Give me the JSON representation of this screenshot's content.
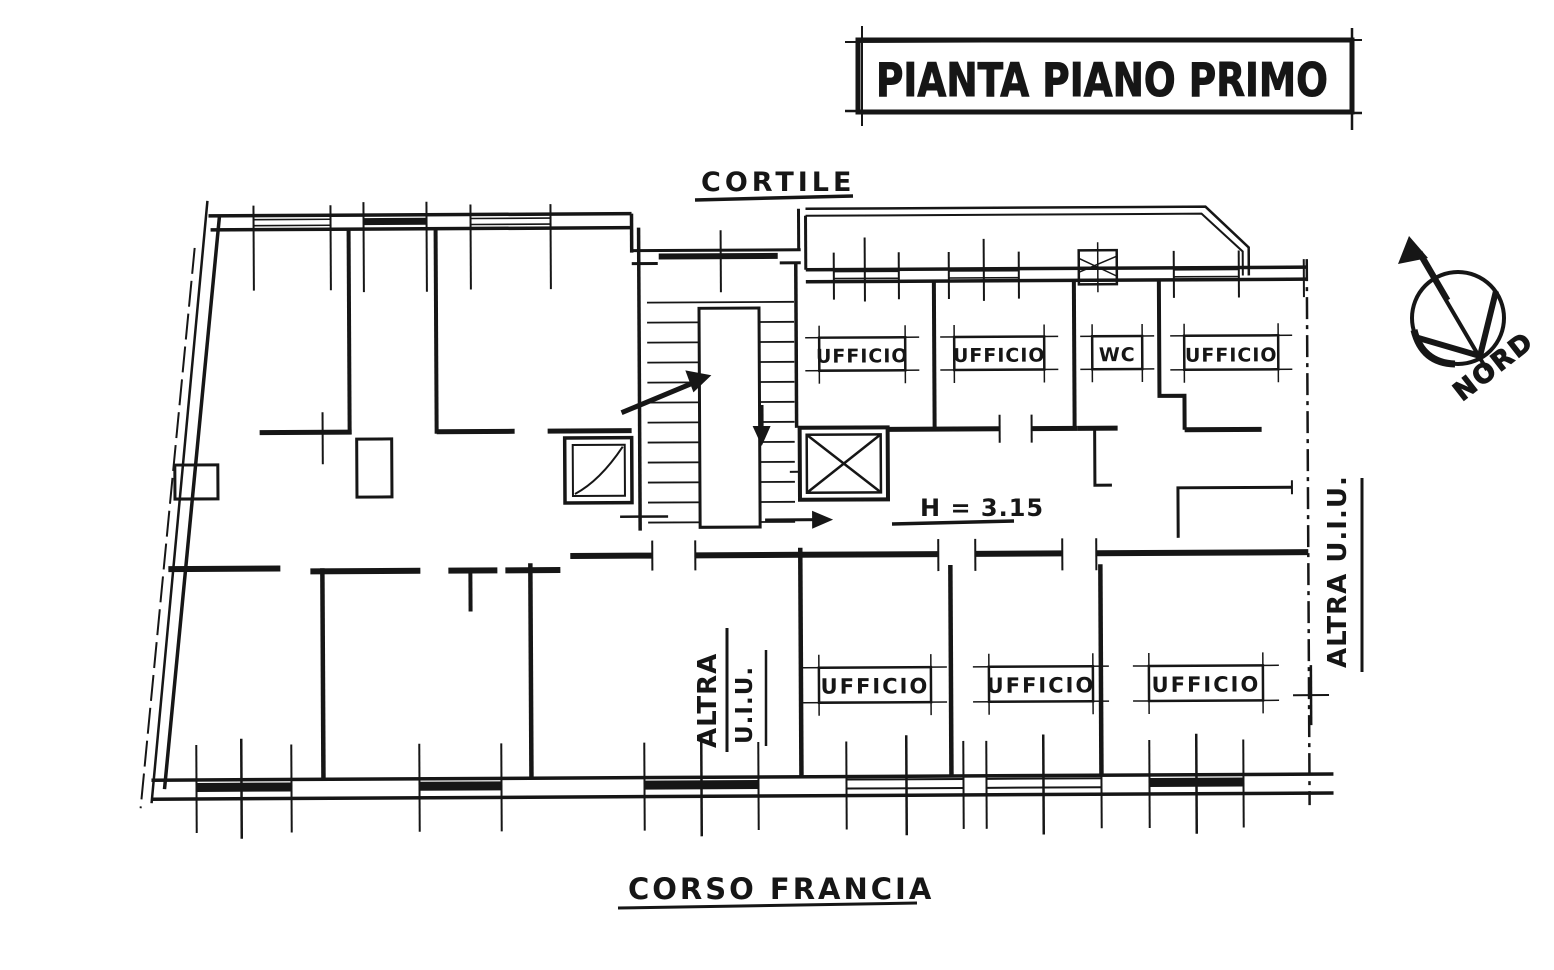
{
  "title": {
    "text": "PIANTA PIANO PRIMO"
  },
  "labels": {
    "courtyard": "CORTILE",
    "street": "CORSO FRANCIA",
    "north": "NORD",
    "ceiling_height": "H = 3.15",
    "adjacent_unit_side": "ALTRA U.I.U.",
    "adjacent_unit_middle_line1": "ALTRA",
    "adjacent_unit_middle_line2": "U.I.U."
  },
  "rooms": {
    "top_row": [
      {
        "label": "UFFICIO"
      },
      {
        "label": "UFFICIO"
      },
      {
        "label": "WC"
      },
      {
        "label": "UFFICIO"
      }
    ],
    "bottom_row": [
      {
        "label": "UFFICIO"
      },
      {
        "label": "UFFICIO"
      },
      {
        "label": "UFFICIO"
      }
    ]
  },
  "colors": {
    "ink": "#161616",
    "paper": "#ffffff"
  }
}
